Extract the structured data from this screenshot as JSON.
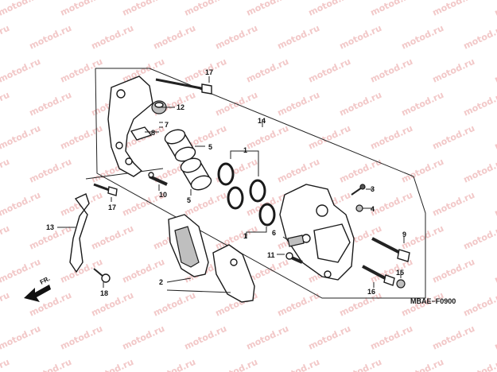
{
  "diagram": {
    "watermark_text": "motod.ru",
    "drawing_code": "MBAE−F0900",
    "direction_label": "FR.",
    "callouts": {
      "c1a": "1",
      "c1b": "1",
      "c2": "2",
      "c3": "3",
      "c4": "4",
      "c5a": "5",
      "c5b": "5",
      "c6": "6",
      "c7": "7",
      "c8": "8",
      "c9": "9",
      "c10": "10",
      "c11": "11",
      "c12": "12",
      "c13": "13",
      "c14": "14",
      "c15": "15",
      "c16": "16",
      "c17a": "17",
      "c17b": "17",
      "c18": "18"
    }
  }
}
